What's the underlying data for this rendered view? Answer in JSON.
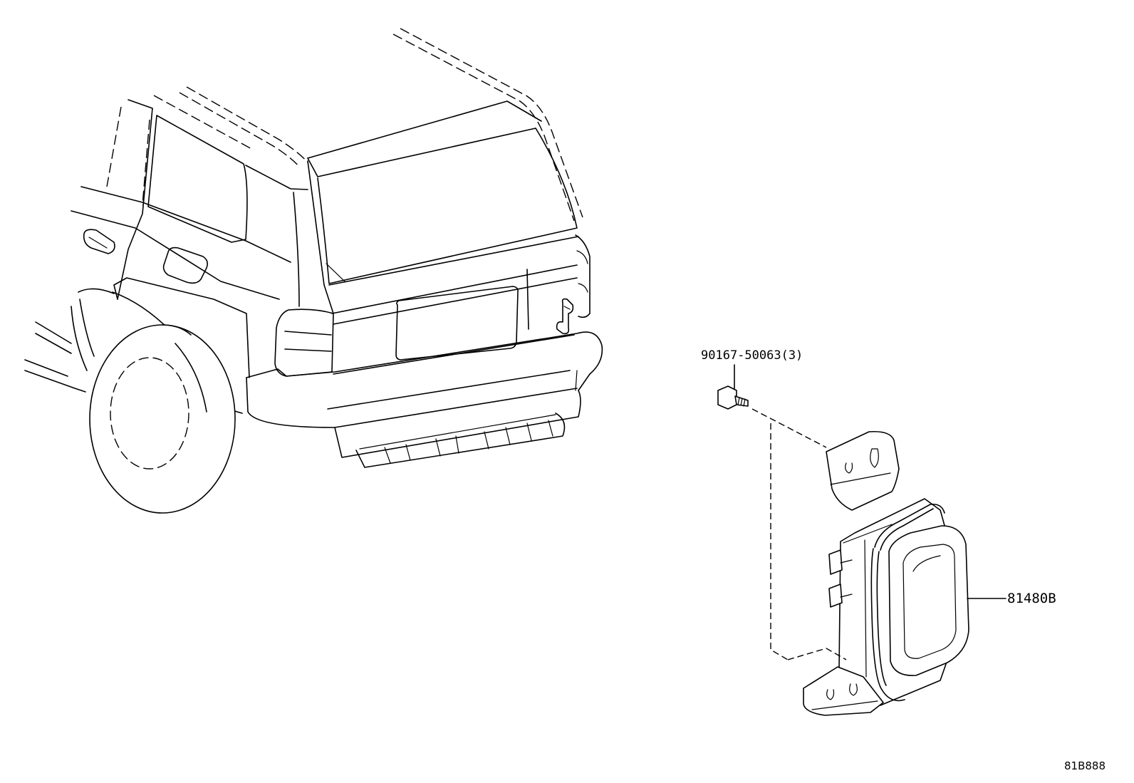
{
  "diagram": {
    "parts": [
      {
        "id": "bolt",
        "part_number": "90167-50063(3)"
      },
      {
        "id": "sensor",
        "part_number": "81480B"
      }
    ],
    "figure_code": "81B888"
  }
}
